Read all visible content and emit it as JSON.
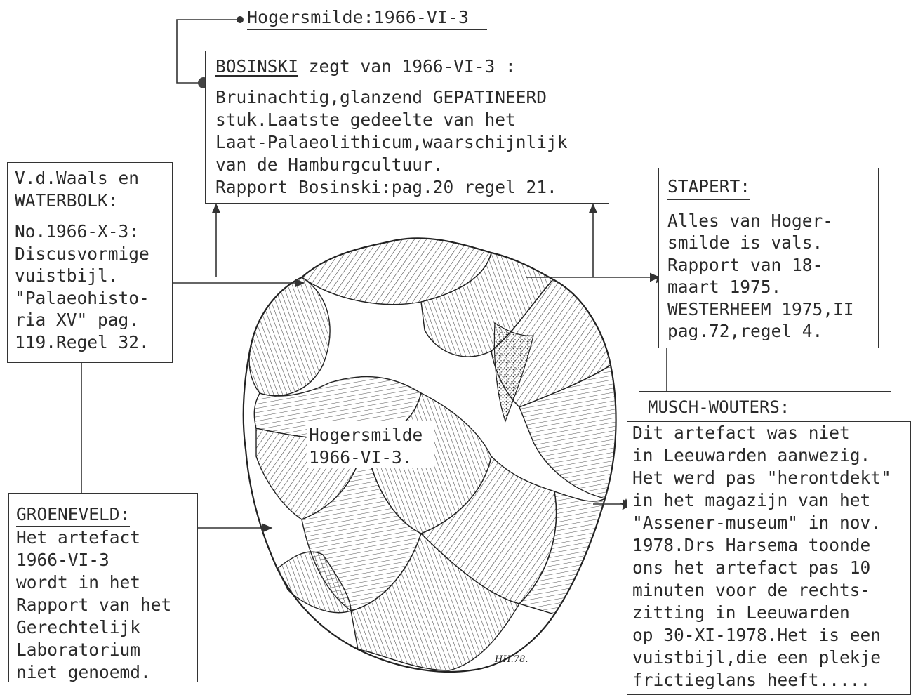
{
  "top_label": "Hogersmilde:1966-VI-3",
  "bosinski": {
    "header_prefix": "BOSINSKI",
    "header_rest": " zegt van 1966-VI-3 :",
    "lines": [
      "Bruinachtig,glanzend GEPATINEERD",
      "stuk.Laatste gedeelte van het",
      "Laat-Palaeolithicum,waarschijnlijk",
      "van de Hamburgcultuur.",
      "Rapport Bosinski:pag.20 regel 21."
    ]
  },
  "vdwaals": {
    "header_lines": [
      "V.d.Waals en",
      "WATERBOLK:"
    ],
    "lines": [
      "No.1966-X-3:",
      "Discusvormige",
      "vuistbijl.",
      "\"Palaeohisto-",
      "ria XV\" pag.",
      "119.Regel 32."
    ]
  },
  "stapert": {
    "header": "STAPERT:",
    "lines": [
      "Alles van Hoger-",
      "smilde is vals.",
      "Rapport van 18-",
      "maart 1975.",
      "WESTERHEEM 1975,II",
      "pag.72,regel 4."
    ]
  },
  "groeneveld": {
    "header": "GROENEVELD:",
    "lines": [
      "Het artefact",
      "1966-VI-3",
      "wordt in het",
      "Rapport van het",
      "Gerechtelijk",
      "Laboratorium",
      "niet genoemd."
    ]
  },
  "musch": {
    "header": "MUSCH-WOUTERS:",
    "lines": [
      "Dit artefact was niet",
      "in Leeuwarden aanwezig.",
      "Het werd pas \"herontdekt\"",
      "in het magazijn van het",
      "\"Assener-museum\" in nov.",
      "1978.Drs Harsema toonde",
      "ons het artefact pas 10",
      "minuten voor de rechts-",
      "zitting in Leeuwarden",
      "op 30-XI-1978.Het is een",
      "vuistbijl,die een plekje",
      "frictieglans heeft....."
    ]
  },
  "center_label": [
    "Hogersmilde",
    "1966-VI-3."
  ],
  "signature": "HH.78."
}
